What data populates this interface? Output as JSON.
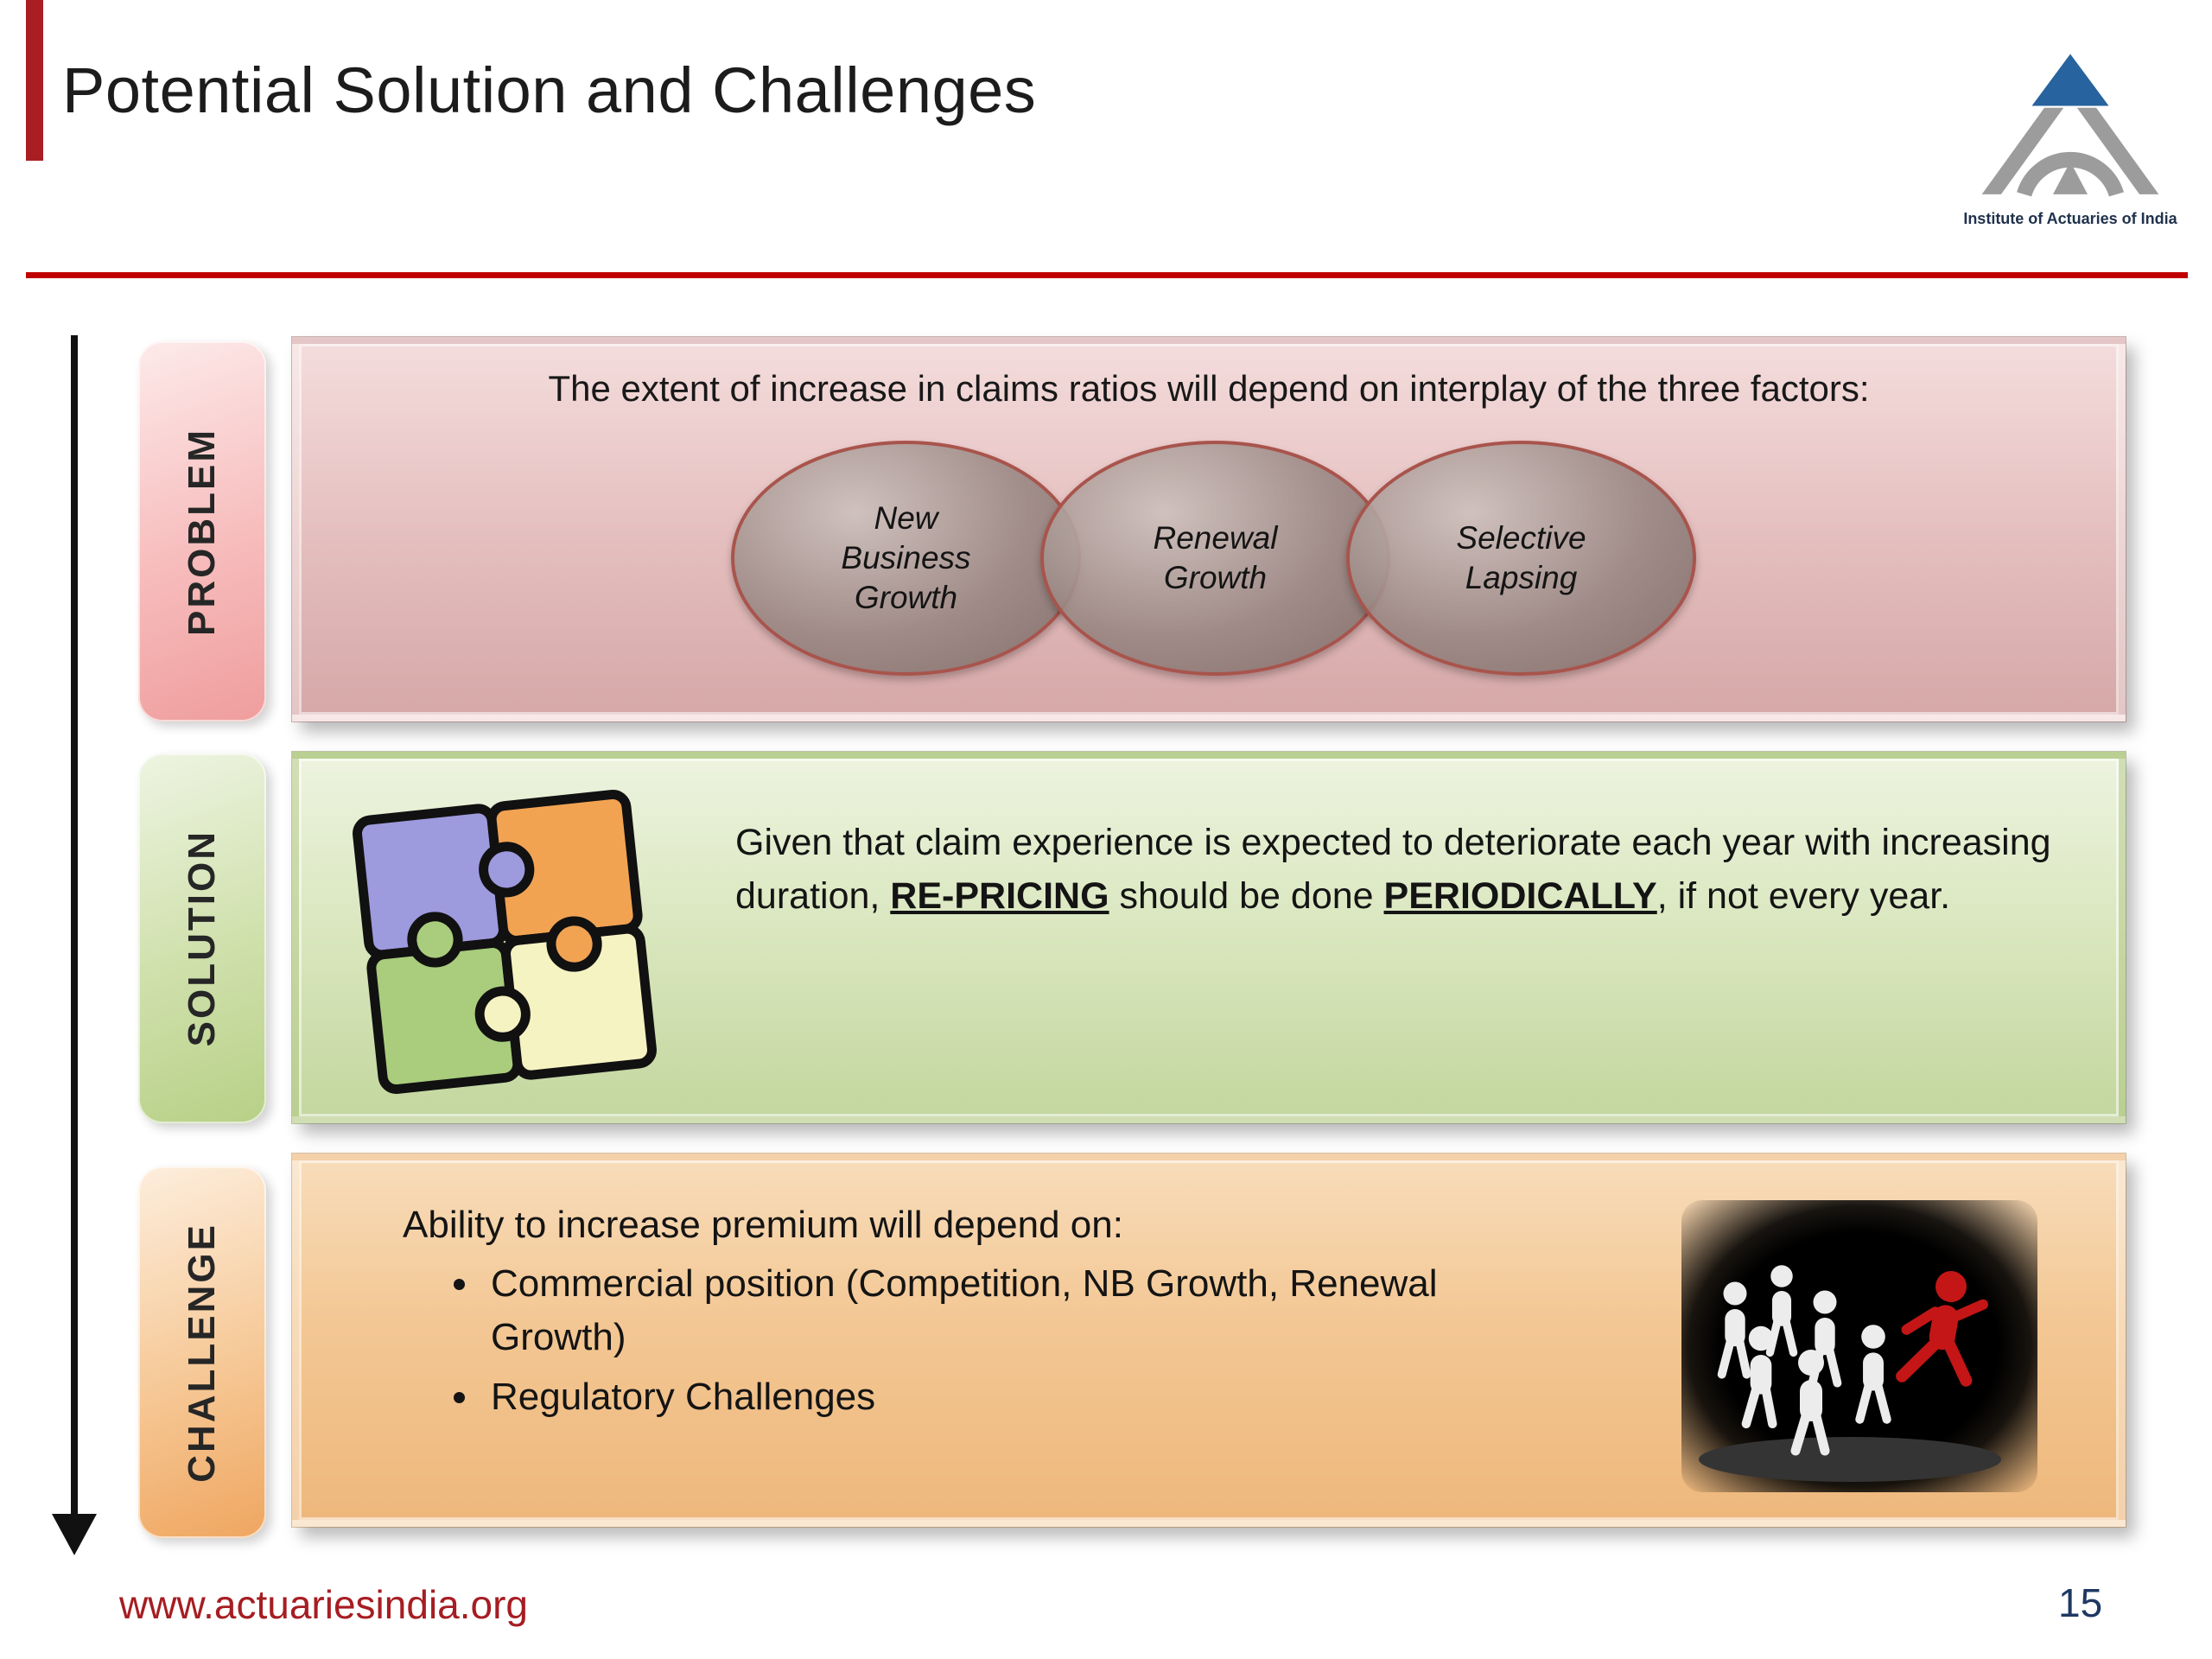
{
  "header": {
    "title": "Potential Solution and Challenges",
    "logo_caption": "Institute of Actuaries of India"
  },
  "problem": {
    "label": "PROBLEM",
    "heading": "The extent of increase in claims ratios will depend on interplay of the three factors:",
    "factors": [
      "New\nBusiness\nGrowth",
      "Renewal\nGrowth",
      "Selective\nLapsing"
    ]
  },
  "solution": {
    "label": "SOLUTION",
    "text_segments": {
      "s1": "Given that claim experience is expected to deteriorate each year with increasing duration, ",
      "emph1": "RE-PRICING",
      "s2": " should be done ",
      "emph2": "PERIODICALLY",
      "s3": ", if not every year."
    }
  },
  "challenge": {
    "label": "CHALLENGE",
    "heading": "Ability to increase premium will depend on:",
    "bullets": [
      "Commercial position (Competition, NB Growth, Renewal Growth)",
      "Regulatory Challenges"
    ]
  },
  "footer": {
    "url": "www.actuariesindia.org",
    "page_number": "15"
  },
  "colors": {
    "accent_red": "#c00000",
    "problem_fill": "#e4bdbd",
    "solution_fill": "#d9e6bd",
    "challenge_fill": "#f3c794",
    "ellipse_border": "#a8544c",
    "leader_figure_red": "#c41616"
  }
}
